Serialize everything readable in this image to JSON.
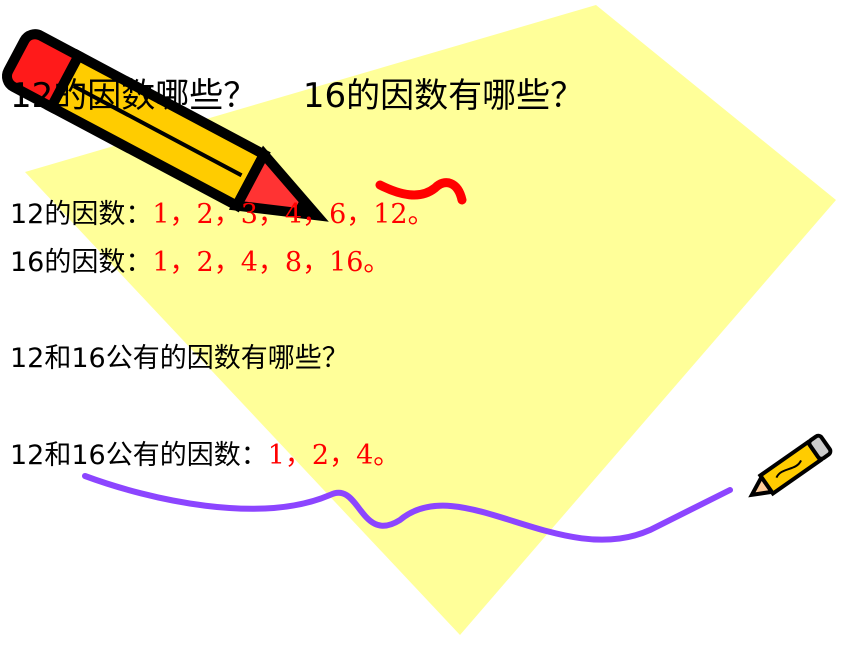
{
  "title": {
    "q1": "12的因数哪些？",
    "q2": "16的因数有哪些？"
  },
  "lines": {
    "factors12_label": "12的因数：",
    "factors12_values": "1，2，3，4，6，12。",
    "factors16_label": "16的因数：",
    "factors16_values": "1，2，4，8，16。",
    "common_question": "12和16公有的因数有哪些？",
    "common_label": "12和16公有的因数：",
    "common_values": "1，2，4。"
  },
  "colors": {
    "background_shape": "#ffff99",
    "answer_text": "#ff0000",
    "underline_stroke": "#8c45ff",
    "pencil_body": "#ffcc00"
  },
  "icons": [
    "large-pencil-icon",
    "small-pencil-icon"
  ]
}
